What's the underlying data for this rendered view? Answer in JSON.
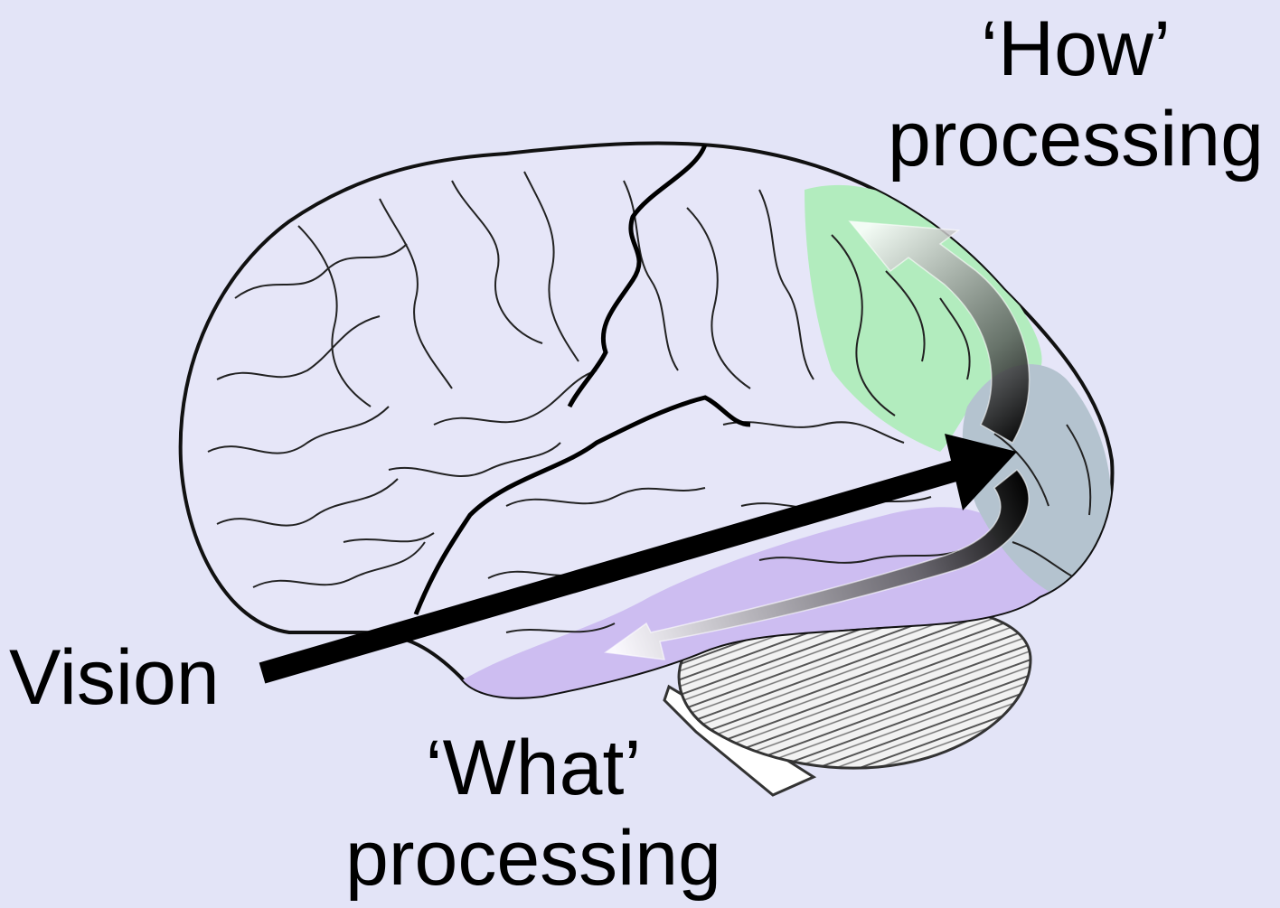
{
  "labels": {
    "how_line1": "‘How’",
    "how_line2": "processing",
    "what_line1": "‘What’",
    "what_line2": "processing",
    "vision": "Vision"
  },
  "colors": {
    "background": "#e3e4f7",
    "brain_fill": "#e6e6f8",
    "dorsal_region": "#b2ecbe",
    "ventral_region": "#cdbdf1",
    "occipital_region": "#b4c3cf",
    "cerebellum": "#ececec",
    "arrow": "#000000",
    "text": "#000000"
  }
}
